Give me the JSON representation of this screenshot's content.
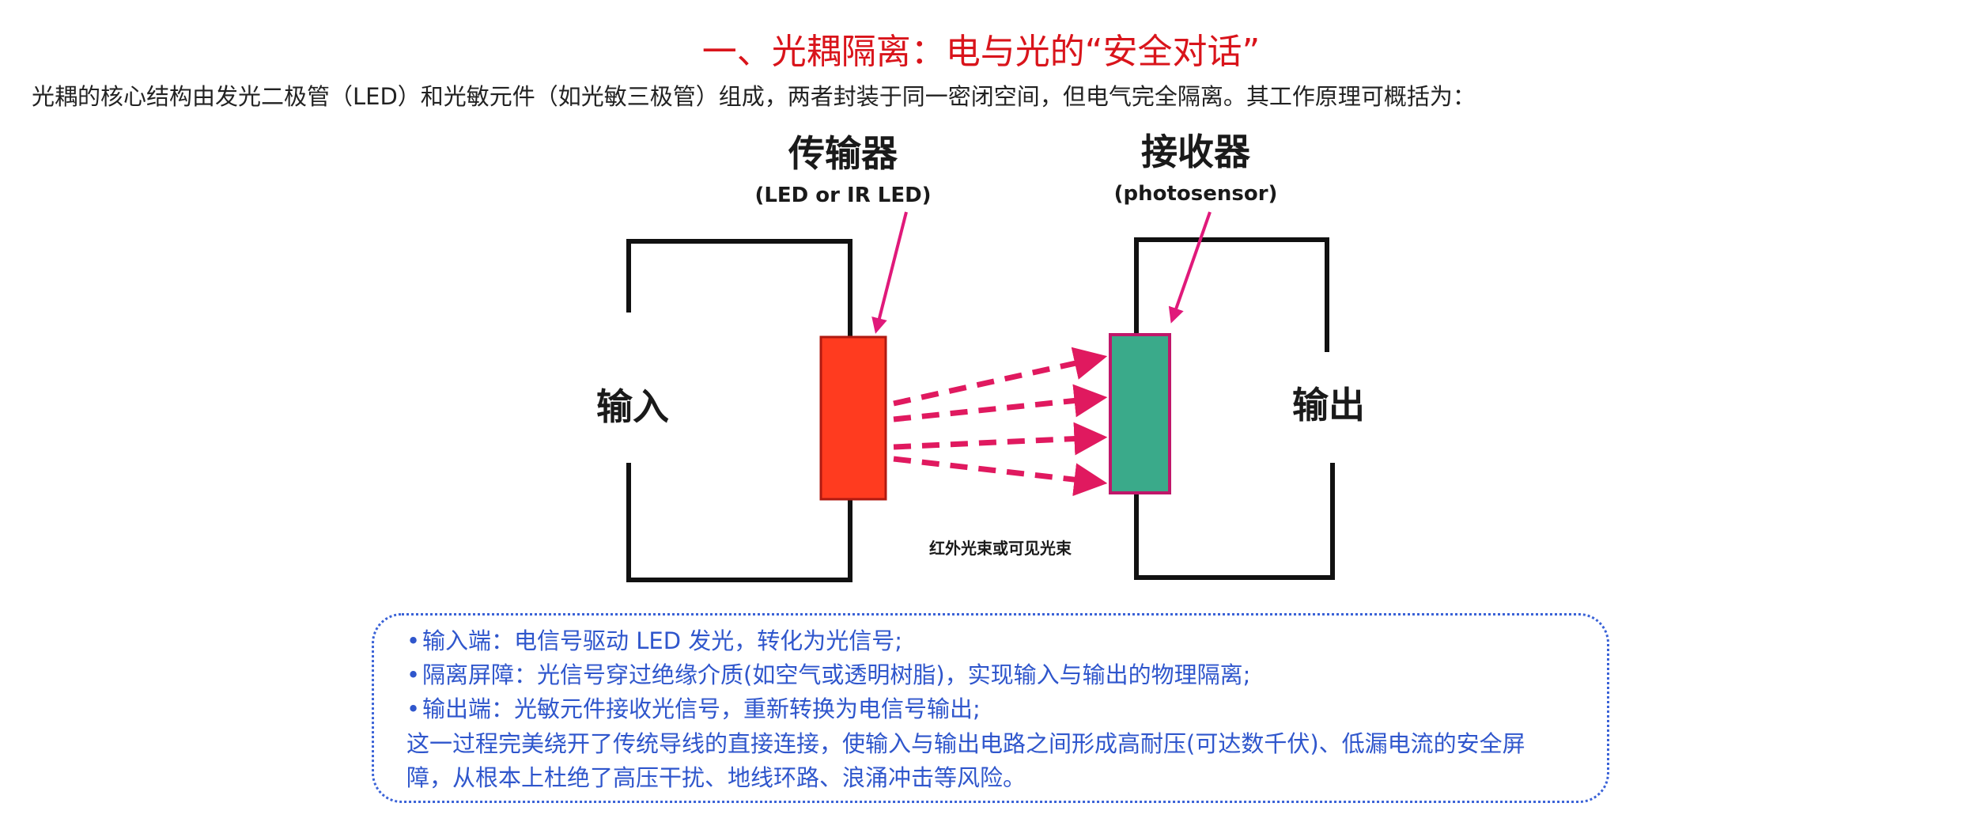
{
  "header": {
    "title": "一、光耦隔离：电与光的“安全对话”",
    "intro": "光耦的核心结构由发光二极管（LED）和光敏元件（如光敏三极管）组成，两者封装于同一密闭空间，但电气完全隔离。其工作原理可概括为："
  },
  "figure": {
    "transmitter_label": "传输器",
    "transmitter_sub": "(LED or IR LED)",
    "receiver_label": "接收器",
    "receiver_sub": "(photosensor)",
    "input_label": "输入",
    "output_label": "输出",
    "beam_label": "红外光束或可见光束",
    "colors": {
      "led": "#ff3b1f",
      "sensor": "#3aaa8a",
      "arrow": "#e0195f",
      "pointer": "#e0197a"
    }
  },
  "summary": {
    "bullets": [
      "输入端：电信号驱动 LED 发光，转化为光信号;",
      "隔离屏障：光信号穿过绝缘介质(如空气或透明树脂)，实现输入与输出的物理隔离;",
      "输出端：光敏元件接收光信号，重新转换为电信号输出;"
    ],
    "conclusion_line1": "这一过程完美绕开了传统导线的直接连接，使输入与输出电路之间形成高耐压(可达数千伏)、低漏电流的安全屏",
    "conclusion_line2": "障，从根本上杜绝了高压干扰、地线环路、浪涌冲击等风险。"
  }
}
